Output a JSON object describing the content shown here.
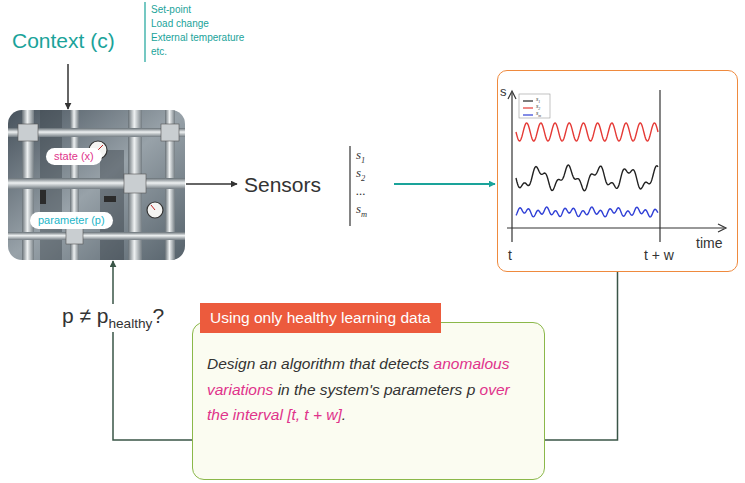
{
  "diagram": {
    "nodes": [
      {
        "text": [
          "Context (c)",
          "Set-point",
          "Load change",
          "External temperature",
          "etc."
        ]
      },
      {
        "text": []
      },
      {
        "text": [
          "state (x)"
        ],
        "in": 1
      },
      {
        "text": [
          "parameter (p)"
        ],
        "in": 1
      },
      {
        "text": [
          "Sensors",
          "s1",
          "s2",
          "...",
          "sm"
        ]
      },
      {
        "text": [
          "s",
          "t",
          "t + w",
          "time"
        ]
      },
      {
        "text": [
          "Using only healthy learning data"
        ]
      },
      {
        "text": [
          "Design an algorithm that detects anomalous variations in the system's parameters p over the interval [t, t + w]."
        ]
      }
    ],
    "edges": [
      {
        "from": 0,
        "to": 1,
        "arrow": "to"
      },
      {
        "from": 1,
        "to": 4,
        "arrow": "to"
      },
      {
        "from": 4,
        "to": 5,
        "arrow": "to"
      },
      {
        "from": 5,
        "to": 7,
        "arrow": "none"
      },
      {
        "from": 7,
        "to": 1,
        "arrow": "to",
        "label": "p ≠ phealthy?"
      }
    ],
    "legend": [
      {
        "text": "s1"
      },
      {
        "text": "s2"
      },
      {
        "text": "sm"
      }
    ]
  }
}
